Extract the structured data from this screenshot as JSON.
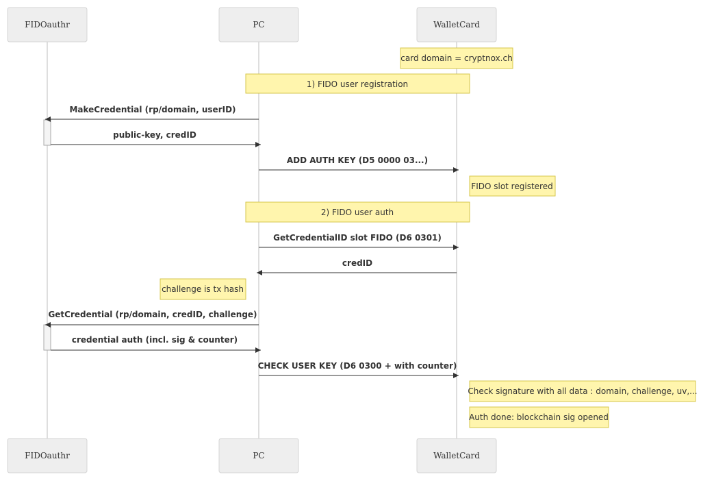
{
  "actors": {
    "fido": "FIDOauthr",
    "pc": "PC",
    "card": "WalletCard"
  },
  "notes": {
    "card_domain": "card domain = cryptnox.ch",
    "section_registration": "1) FIDO user registration",
    "fido_slot_registered": "FIDO slot registered",
    "section_auth": "2) FIDO user auth",
    "challenge_hash": "challenge is tx hash",
    "check_signature": "Check signature with all data : domain, challenge, uv,...",
    "auth_done": "Auth done: blockchain sig opened"
  },
  "messages": {
    "make_credential": "MakeCredential (rp/domain, userID)",
    "public_key": "public-key, credID",
    "add_auth_key": "ADD AUTH KEY (D5 0000 03...)",
    "get_credential_id": "GetCredentialID slot FIDO (D6 0301)",
    "cred_id": "credID",
    "get_credential": "GetCredential (rp/domain, credID, challenge)",
    "credential_auth": "credential auth (incl. sig & counter)",
    "check_user_key": "CHECK USER KEY (D6 0300 + with counter)"
  }
}
